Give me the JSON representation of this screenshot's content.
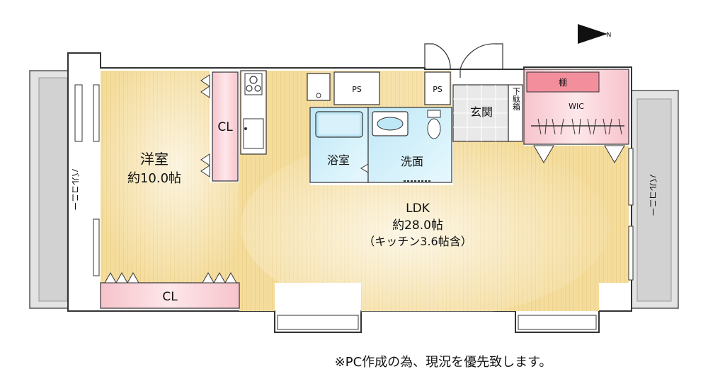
{
  "rooms": {
    "western_room": {
      "name": "洋室",
      "size": "約10.0帖"
    },
    "ldk": {
      "name": "LDK",
      "size": "約28.0帖",
      "note": "（キッチン3.6帖含）"
    },
    "bath": {
      "name": "浴室"
    },
    "washroom": {
      "name": "洗面"
    },
    "entrance": {
      "name": "玄関"
    },
    "shoe_box": {
      "name": "下駄箱"
    },
    "wic": {
      "name": "WIC",
      "shelf": "棚"
    },
    "closet_side": {
      "name": "CL"
    },
    "closet_bottom": {
      "name": "CL"
    },
    "ps_left": {
      "name": "PS"
    },
    "ps_right": {
      "name": "PS"
    }
  },
  "balconies": {
    "left": "バルコニー",
    "right": "バルコニー"
  },
  "compass": {
    "north_label": "N"
  },
  "footer_note": "※PC作成の為、現況を優先致します。",
  "colors": {
    "floor_wood": "#f5dfa2",
    "closet_pink": "#f9d3d8",
    "wet_area_blue": "#d8f2fb",
    "wall": "#ffffff",
    "balcony": "#dadada"
  }
}
